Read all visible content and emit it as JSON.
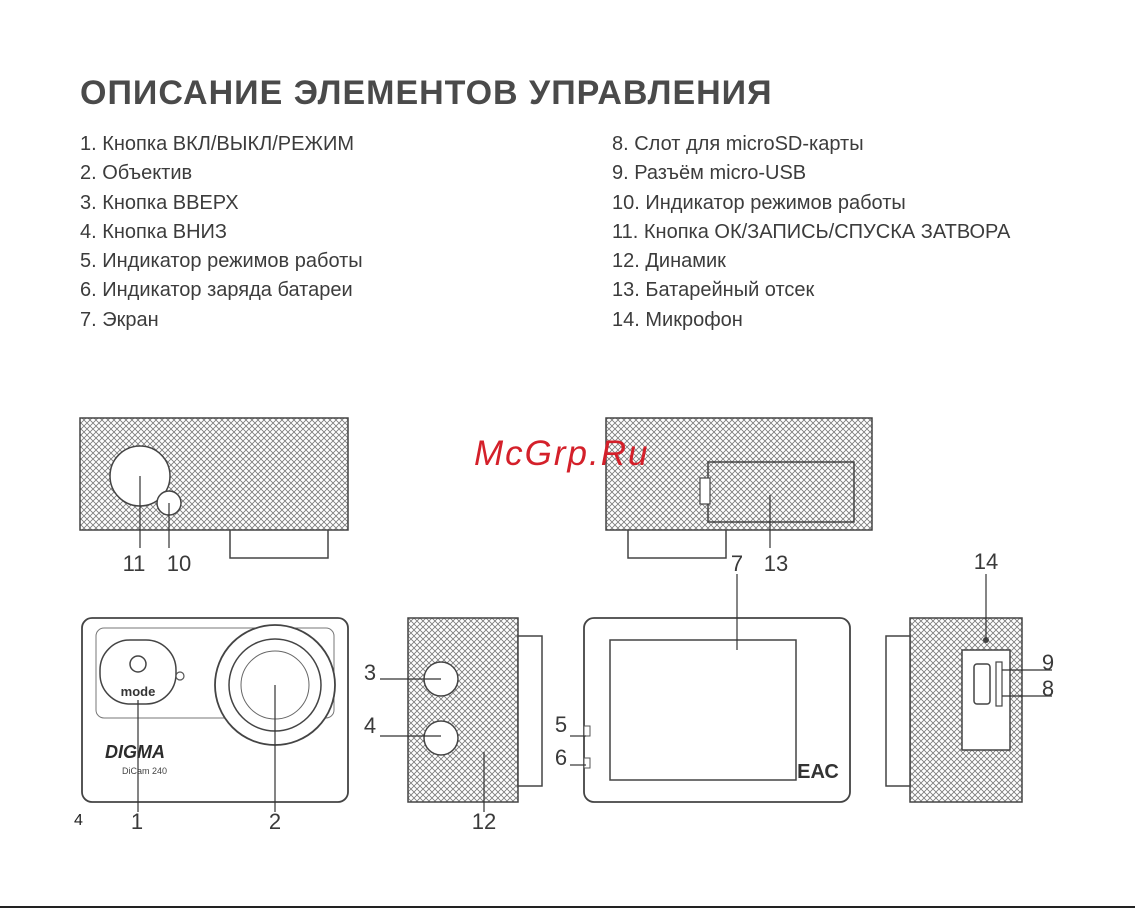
{
  "title": "ОПИСАНИЕ ЭЛЕМЕНТОВ УПРАВЛЕНИЯ",
  "items_left": [
    "1. Кнопка ВКЛ/ВЫКЛ/РЕЖИМ",
    "2. Объектив",
    "3. Кнопка ВВЕРХ",
    "4. Кнопка ВНИЗ",
    "5. Индикатор режимов работы",
    "6. Индикатор заряда батареи",
    "7. Экран"
  ],
  "items_right": [
    "8. Слот для microSD-карты",
    "9. Разъём micro-USB",
    "10. Индикатор режимов работы",
    "11. Кнопка ОК/ЗАПИСЬ/СПУСКА ЗАТВОРА",
    "12. Динамик",
    "13. Батарейный отсек",
    "14. Микрофон"
  ],
  "watermark": "McGrp.Ru",
  "callouts": {
    "c1": "1",
    "c2": "2",
    "c3": "3",
    "c4": "4",
    "c5": "5",
    "c6": "6",
    "c7": "7",
    "c8": "8",
    "c9": "9",
    "c10": "10",
    "c11": "11",
    "c12": "12",
    "c13": "13",
    "c14": "14"
  },
  "camera_labels": {
    "mode": "mode",
    "brand": "DIGMA",
    "model": "DiCam 240",
    "mark": "ЕАС"
  },
  "page_number": "4"
}
